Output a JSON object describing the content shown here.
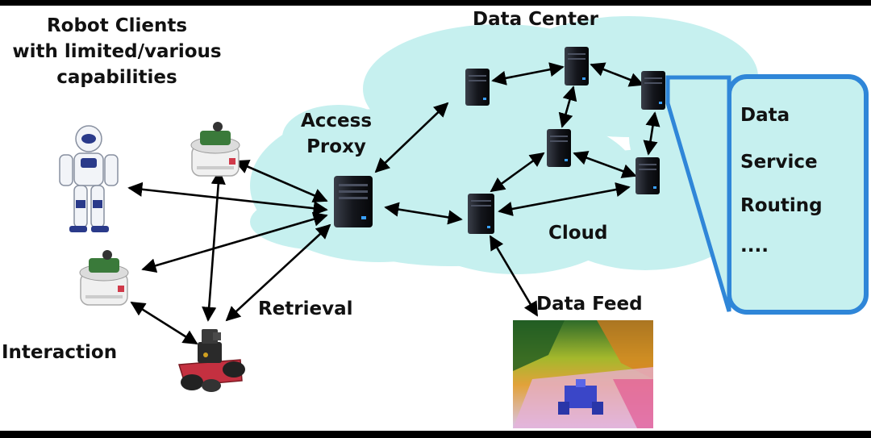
{
  "labels": {
    "robot_clients": [
      "Robot Clients",
      "with limited/various",
      "capabilities"
    ],
    "data_center": "Data Center",
    "access_proxy": [
      "Access",
      "Proxy"
    ],
    "cloud": "Cloud",
    "retrieval": "Retrieval",
    "interaction": "Interaction",
    "data_feed": "Data Feed"
  },
  "panel_items": [
    "Data",
    "Service",
    "Routing",
    "...."
  ],
  "colors": {
    "cloud": "#c6f0ef",
    "panel_border": "#2f86d8",
    "panel_fill": "#c6f0ef",
    "server": "#14161c",
    "arrow": "#000000"
  },
  "icons": [
    "humanoid-robot-icon",
    "round-robot-icon",
    "rover-robot-icon",
    "server-icon",
    "point-cloud-image"
  ]
}
